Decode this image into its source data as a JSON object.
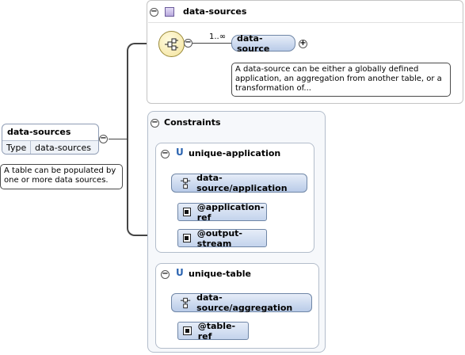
{
  "top_panel": {
    "title": "data-sources"
  },
  "sequence": {
    "cardinality": "1..∞",
    "element_label": "data-source",
    "tooltip": "A data-source can be either a globally defined application, an aggregation from another table, or a transformation of..."
  },
  "root": {
    "title": "data-sources",
    "type_label": "Type",
    "type_value": "data-sources",
    "tooltip": "A table can be populated by one or more data sources."
  },
  "constraints": {
    "title": "Constraints",
    "unique_application": {
      "icon": "U",
      "title": "unique-application",
      "selector": "data-source/application",
      "fields": [
        "@application-ref",
        "@output-stream"
      ]
    },
    "unique_table": {
      "icon": "U",
      "title": "unique-table",
      "selector": "data-source/aggregation",
      "fields": [
        "@table-ref"
      ]
    }
  },
  "colors": {
    "accent": "#2a63b0",
    "pill_top": "#e6edf8",
    "pill_bottom": "#b9cbe8",
    "sequence_fill": "#fff6c8"
  }
}
